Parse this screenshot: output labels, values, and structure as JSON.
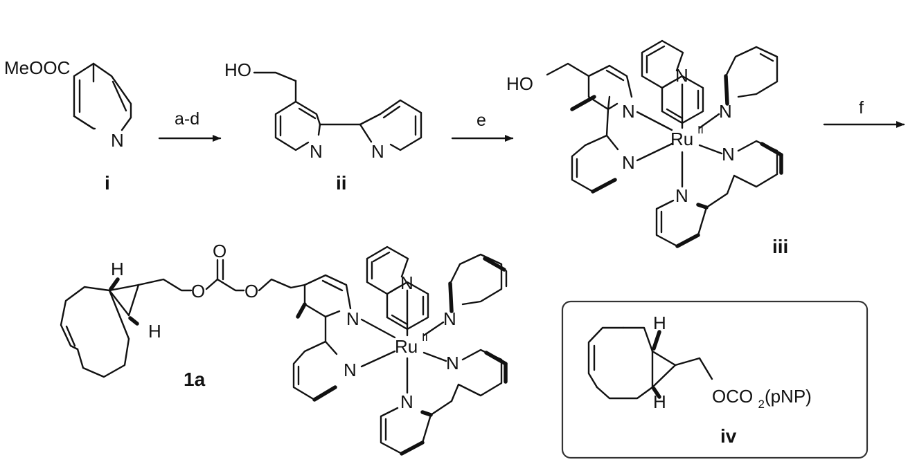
{
  "compounds": {
    "i": {
      "label": "i",
      "substituent": "MeOOC",
      "ring_atom": "N"
    },
    "ii": {
      "label": "ii",
      "substituent": "HO",
      "ring_atoms": [
        "N",
        "N"
      ]
    },
    "iii": {
      "label": "iii",
      "substituent": "HO",
      "metal": "Ru",
      "oxidation_state": "II",
      "ring_atoms": [
        "N",
        "N",
        "N",
        "N",
        "N",
        "N"
      ]
    },
    "iv": {
      "label": "iv",
      "h_atoms": [
        "H",
        "H"
      ],
      "reagent_group": "OCO2(pNP)"
    },
    "1a": {
      "label": "1a",
      "metal": "Ru",
      "oxidation_state": "II",
      "h_atoms": [
        "H",
        "H"
      ],
      "carbonate_oxygens": [
        "O",
        "O",
        "O"
      ],
      "ring_atoms": [
        "N",
        "N",
        "N",
        "N",
        "N",
        "N"
      ]
    }
  },
  "conditions": {
    "step1": "a-d",
    "step2": "e",
    "step3": "f"
  }
}
